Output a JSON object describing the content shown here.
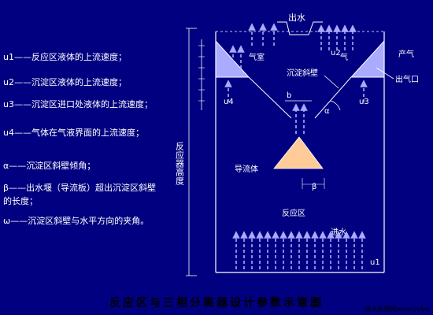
{
  "legend": [
    "u1——反应区液体的上流速度；",
    "u2——沉淀区液体的上流速度；",
    "u3——沉淀区进口处液体的上流速度；",
    "u4——气体在气液界面的上流速度；",
    "α——沉淀区斜壁倾角；",
    "β——出水堰（导流板）超出沉淀区斜壁的长度；",
    "ω——沉淀区斜壁与水平方向的夹角。"
  ],
  "labels": {
    "outlet": "出水",
    "gas_chamber": "气室",
    "gas": "气",
    "gas_outlet": "产气",
    "sludge_outlet": "出气口",
    "settler_wall": "沉淀斜壁",
    "deflector": "导流体",
    "reaction_zone": "反应区",
    "influent": "进水",
    "height": "反应器高度",
    "u1": "u1",
    "u2": "u2",
    "u3": "u3",
    "u4": "u4",
    "b": "b",
    "alpha": "α",
    "beta": "β"
  },
  "caption": "反应区与三相分离器设计参数示意图",
  "watermark": "废水处理网www.yybw",
  "colors": {
    "background": "#000080",
    "line": "#ffffff",
    "arrow": "#aaaaff",
    "gas_hood": "#aaaaff",
    "deflector": "#ffcc99"
  }
}
